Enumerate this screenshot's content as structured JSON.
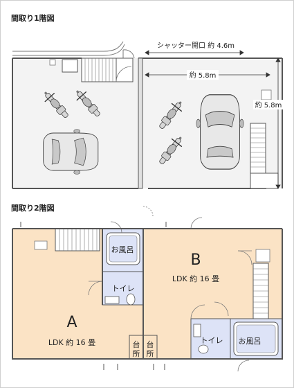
{
  "floor1": {
    "title": "間取り1階図",
    "shutter_label": "シャッター開口 約 4.6m",
    "width_label": "約 5.8m",
    "depth_label": "約 5.8m"
  },
  "floor2": {
    "title": "間取り2階図",
    "unit_a": {
      "letter": "A",
      "ldk": "LDK 約 16 畳",
      "toilet": "トイレ",
      "bath": "お風呂",
      "kitchen": "台\n所"
    },
    "unit_b": {
      "letter": "B",
      "ldk": "LDK 約 16 畳",
      "toilet": "トイレ",
      "bath": "お風呂",
      "kitchen": "台\n所"
    }
  },
  "colors": {
    "room_floor": "#fbe3c5",
    "wet_area": "#dde3f7",
    "garage_floor": "#f3f3f3",
    "wall": "#555555"
  }
}
